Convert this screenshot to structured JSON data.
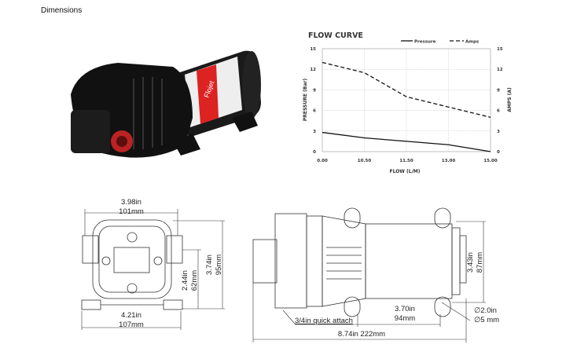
{
  "page_title": "Dimensions",
  "chart_data": {
    "type": "line",
    "title": "FLOW CURVE",
    "xlabel": "FLOW (L/M)",
    "ylabel": "PRESSURE (Bar)",
    "y2label": "AMPS (A)",
    "categories": [
      "0.00",
      "10.50",
      "11.50",
      "13.00",
      "15.00"
    ],
    "ylim": [
      0,
      15
    ],
    "y2lim": [
      0,
      15
    ],
    "yticks": [
      "0",
      "3",
      "6",
      "9",
      "12",
      "15"
    ],
    "grid": true,
    "legend": "top-right",
    "series": [
      {
        "name": "Pressure",
        "axis": "left",
        "style": "solid",
        "values": [
          2.8,
          2.0,
          1.5,
          1.0,
          0
        ]
      },
      {
        "name": "Amps",
        "axis": "right",
        "style": "dashed",
        "values": [
          13,
          11.5,
          8,
          6.5,
          5
        ]
      }
    ]
  },
  "front_view": {
    "width_top": {
      "in": "3.98in",
      "mm": "101mm"
    },
    "width_base": {
      "in": "4.21in",
      "mm": "107mm"
    },
    "height": {
      "in": "3.74in",
      "mm": "95mm"
    },
    "port_height": {
      "in": "2.44in",
      "mm": "62mm"
    }
  },
  "side_view": {
    "height": {
      "in": "3.43in",
      "mm": "87mm"
    },
    "mount_spacing": {
      "in": "3.70in",
      "mm": "94mm"
    },
    "total_length": "8.74in   222mm",
    "port_label": "3/4in quick attach",
    "hole_in": "∅2.0in",
    "hole_mm": "∅5 mm"
  },
  "photo_label": "Flojet"
}
